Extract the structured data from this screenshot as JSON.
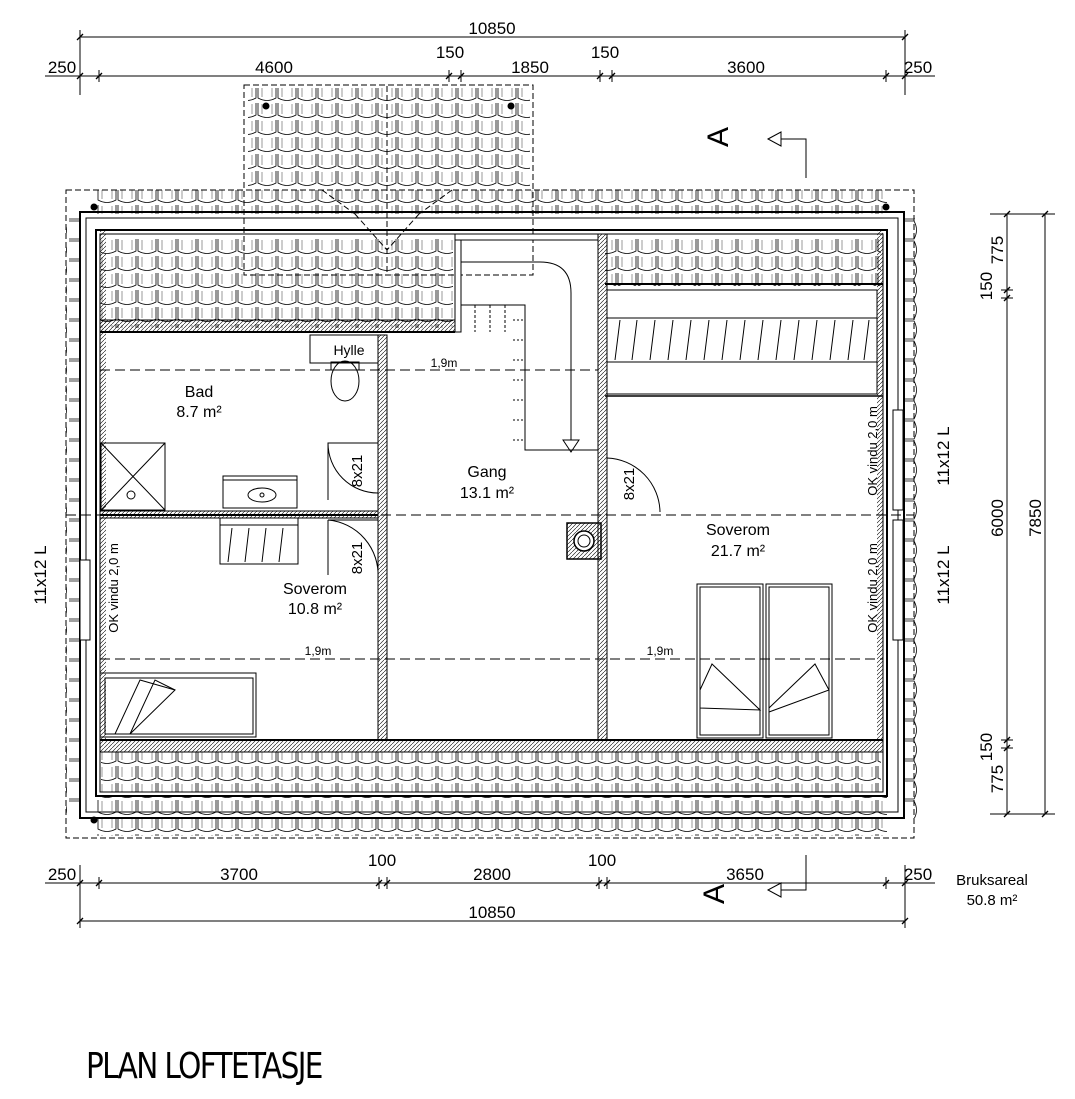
{
  "title": "PLAN LOFTETASJE",
  "dimensions": {
    "top_total": "10850",
    "top_segments": [
      "250",
      "4600",
      "150",
      "1850",
      "150",
      "3600",
      "250"
    ],
    "bottom_total": "10850",
    "bottom_segments": [
      "250",
      "3700",
      "100",
      "2800",
      "100",
      "3650",
      "250"
    ],
    "right_outer": "7850",
    "right_inner": "6000",
    "right_segments": [
      "775",
      "150",
      "150",
      "775"
    ]
  },
  "rooms": [
    {
      "name": "Bad",
      "area": "8.7 m²"
    },
    {
      "name": "Gang",
      "area": "13.1 m²"
    },
    {
      "name": "Soverom",
      "area": "10.8 m²"
    },
    {
      "name": "Soverom",
      "area": "21.7 m²"
    }
  ],
  "labels": {
    "shelf": "Hylle",
    "height_marker": "1,9m",
    "door_size": "8x21",
    "window": "OK vindu 2,0 m",
    "roof_window": "11x12 L",
    "section": "A",
    "usable_area_label": "Bruksareal",
    "usable_area_value": "50.8 m²"
  }
}
